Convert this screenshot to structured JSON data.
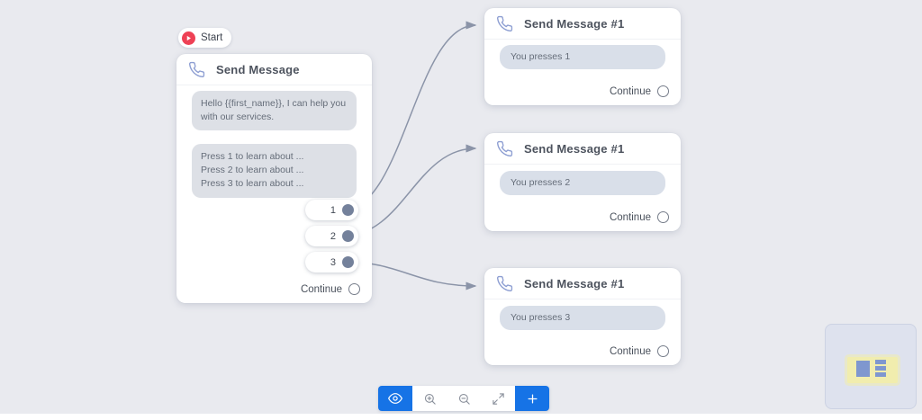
{
  "canvas": {
    "background": "#e9eaef",
    "connector_color": "#8b94a8"
  },
  "start_node": {
    "label": "Start",
    "icon": "play-icon",
    "badge_color": "#ee4155"
  },
  "main_node": {
    "icon": "phone-icon",
    "title": "Send Message",
    "greeting_bubble": "Hello {{first_name}}, I can help you with our services.",
    "menu_bubble_lines": [
      "Press 1 to learn about ...",
      "Press 2 to learn about ...",
      "Press 3 to learn about ..."
    ],
    "buttons": [
      "1",
      "2",
      "3"
    ],
    "continue_label": "Continue"
  },
  "reply_nodes": [
    {
      "icon": "phone-icon",
      "title": "Send Message #1",
      "bubble": "You presses 1",
      "continue_label": "Continue"
    },
    {
      "icon": "phone-icon",
      "title": "Send Message #1",
      "bubble": "You presses 2",
      "continue_label": "Continue"
    },
    {
      "icon": "phone-icon",
      "title": "Send Message #1",
      "bubble": "You presses 3",
      "continue_label": "Continue"
    }
  ],
  "connections": [
    {
      "from": "choice-button-1",
      "to": "reply-node-1"
    },
    {
      "from": "choice-button-2",
      "to": "reply-node-2"
    },
    {
      "from": "choice-button-3",
      "to": "reply-node-3"
    }
  ],
  "toolbar": {
    "accent_color": "#1673e6",
    "buttons": [
      {
        "name": "preview",
        "icon": "eye-icon"
      },
      {
        "name": "zoom-in",
        "icon": "zoom-in-icon"
      },
      {
        "name": "zoom-out",
        "icon": "zoom-out-icon"
      },
      {
        "name": "fit-view",
        "icon": "fit-view-icon"
      },
      {
        "name": "add-node",
        "icon": "plus-icon"
      }
    ]
  },
  "minimap": {
    "viewport_color": "#f1edae",
    "node_color": "#7f97cf"
  }
}
